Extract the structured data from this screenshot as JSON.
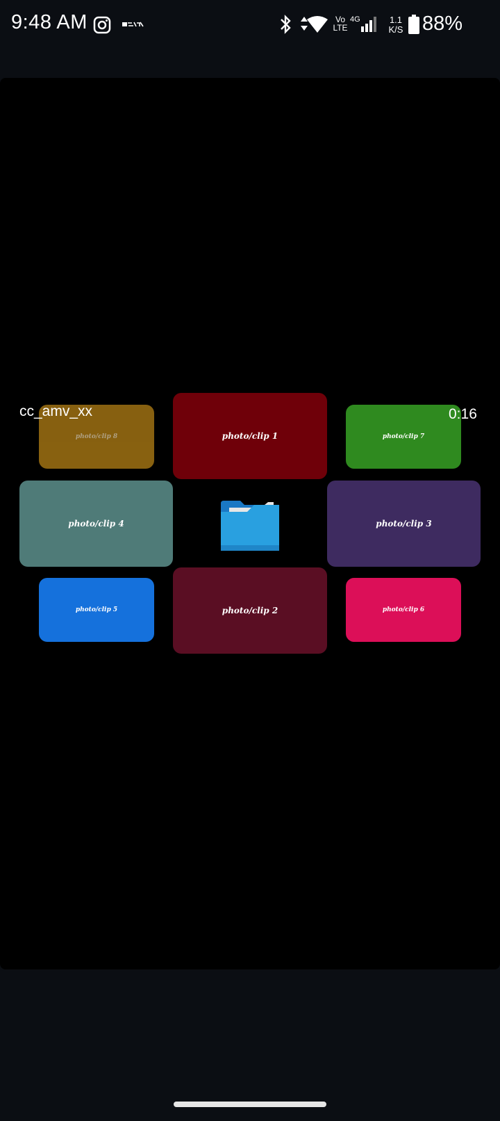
{
  "status_bar": {
    "time": "9:48 AM",
    "volte_top": "Vo",
    "volte_bottom": "LTE",
    "network": "4G",
    "speed_top": "1.1",
    "speed_bottom": "K/S",
    "battery": "88%",
    "battery_level": 0.88,
    "icons": [
      "instagram-icon",
      "carrier-logo-icon",
      "bluetooth-icon",
      "data-arrows-icon",
      "wifi-icon",
      "signal-icon",
      "battery-icon"
    ]
  },
  "video": {
    "title": "cc_amv_xx",
    "duration": "0:16",
    "clips": [
      {
        "label": "photo/clip 8",
        "color": "#8f6611"
      },
      {
        "label": "photo/clip 1",
        "color": "#6f0009"
      },
      {
        "label": "photo/clip 7",
        "color": "#2f8a1f"
      },
      {
        "label": "photo/clip 4",
        "color": "#4f7b78"
      },
      {
        "label": "photo/clip 3",
        "color": "#3e2b60"
      },
      {
        "label": "photo/clip 5",
        "color": "#1571dc"
      },
      {
        "label": "photo/clip 2",
        "color": "#5a0e23"
      },
      {
        "label": "photo/clip 6",
        "color": "#dc0f58"
      }
    ],
    "center_icon": "folder-icon"
  },
  "colors": {
    "background": "#0b0e13",
    "video_background": "#000000",
    "folder_blue": "#29a0e0",
    "gesture_bar": "#e6e6e6"
  }
}
